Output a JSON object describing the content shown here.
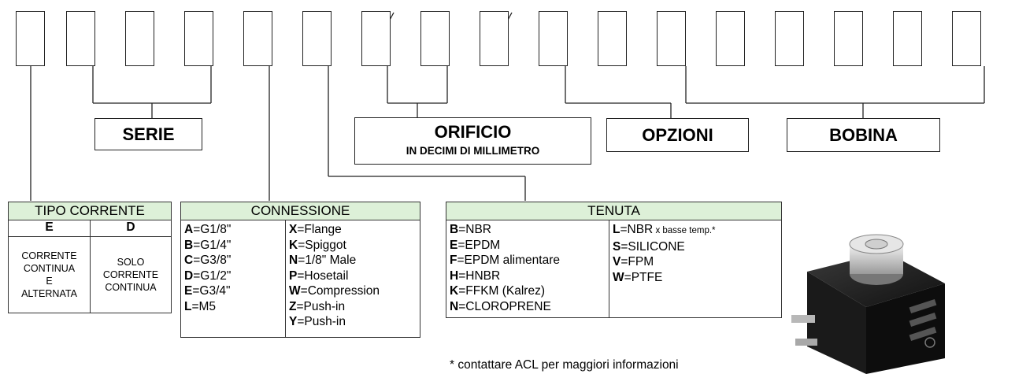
{
  "labels": {
    "serie": "SERIE",
    "orificio": "ORIFICIO",
    "orificio_sub": "IN DECIMI DI MILLIMETRO",
    "opzioni": "OPZIONI",
    "bobina": "BOBINA"
  },
  "tipo_corrente": {
    "title": "TIPO CORRENTE",
    "codes": [
      "E",
      "D"
    ],
    "desc_e": [
      "CORRENTE",
      "CONTINUA",
      "E",
      "ALTERNATA"
    ],
    "desc_d": [
      "SOLO",
      "CORRENTE",
      "CONTINUA"
    ]
  },
  "connessione": {
    "title": "CONNESSIONE",
    "left": [
      {
        "code": "A",
        "text": "=G1/8\""
      },
      {
        "code": "B",
        "text": "=G1/4\""
      },
      {
        "code": "C",
        "text": "=G3/8\""
      },
      {
        "code": "D",
        "text": "=G1/2\""
      },
      {
        "code": "E",
        "text": "=G3/4\""
      },
      {
        "code": "L",
        "text": "=M5"
      }
    ],
    "right": [
      {
        "code": "X",
        "text": "=Flange"
      },
      {
        "code": "K",
        "text": "=Spiggot"
      },
      {
        "code": "N",
        "text": "=1/8\" Male"
      },
      {
        "code": "P",
        "text": "=Hosetail"
      },
      {
        "code": "W",
        "text": "=Compression"
      },
      {
        "code": "Z",
        "text": "=Push-in"
      },
      {
        "code": "Y",
        "text": "=Push-in"
      }
    ]
  },
  "tenuta": {
    "title": "TENUTA",
    "left": [
      {
        "code": "B",
        "text": "=NBR"
      },
      {
        "code": "E",
        "text": "=EPDM"
      },
      {
        "code": "F",
        "text": "=EPDM alimentare"
      },
      {
        "code": "H",
        "text": "=HNBR"
      },
      {
        "code": "K",
        "text": "=FFKM (Kalrez)"
      },
      {
        "code": "N",
        "text": "=CLOROPRENE"
      }
    ],
    "right_first_code": "L",
    "right_first_text": "=NBR",
    "right_first_small": " x basse temp.*",
    "right": [
      {
        "code": "S",
        "text": "=SILICONE"
      },
      {
        "code": "V",
        "text": "=FPM"
      },
      {
        "code": "W",
        "text": "=PTFE"
      }
    ]
  },
  "note": "* contattare ACL per maggiori informazioni",
  "colors": {
    "header_bg": "#ddf0d8",
    "line": "#222222"
  }
}
